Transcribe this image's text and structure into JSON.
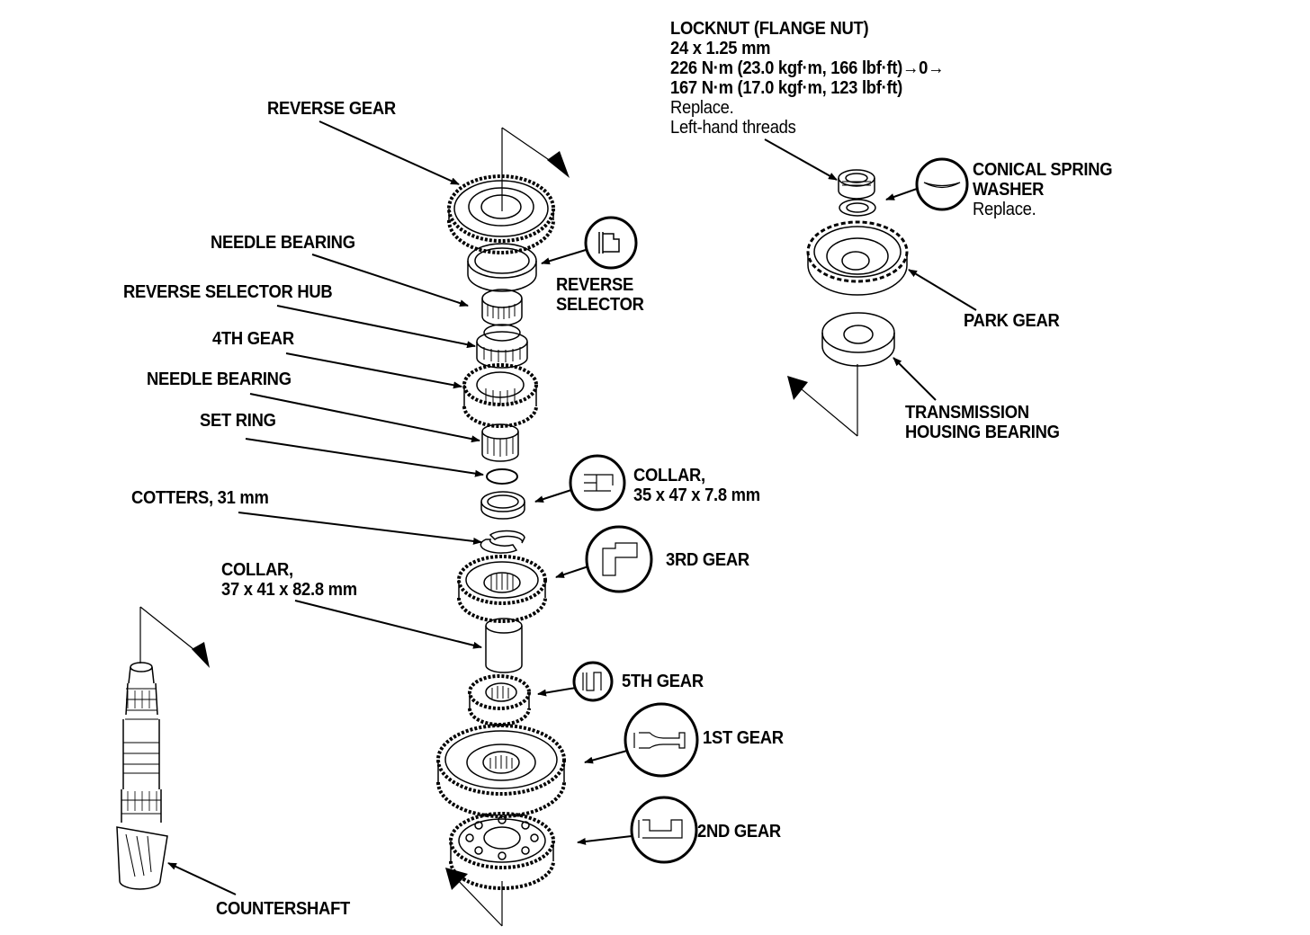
{
  "diagram": {
    "title": "Countershaft assembly exploded view",
    "colors": {
      "ink": "#000000",
      "paper": "#ffffff"
    },
    "labels": {
      "locknut": {
        "name": "LOCKNUT (FLANGE NUT)",
        "size": "24 x 1.25 mm",
        "torque_1": "226 N·m (23.0 kgf·m, 166 lbf·ft)→0→",
        "torque_2": "167 N·m (17.0 kgf·m, 123 lbf·ft)",
        "note_1": "Replace.",
        "note_2": "Left-hand threads"
      },
      "conical_spring_washer": {
        "line_1": "CONICAL SPRING",
        "line_2": "WASHER",
        "note": "Replace."
      },
      "park_gear": "PARK GEAR",
      "transmission_housing_bearing": {
        "line_1": "TRANSMISSION",
        "line_2": "HOUSING BEARING"
      },
      "reverse_gear": "REVERSE GEAR",
      "needle_bearing_1": "NEEDLE BEARING",
      "reverse_selector_hub": "REVERSE SELECTOR HUB",
      "fourth_gear": "4TH GEAR",
      "needle_bearing_2": "NEEDLE BEARING",
      "set_ring": "SET RING",
      "cotters": "COTTERS, 31 mm",
      "collar_long": {
        "line_1": "COLLAR,",
        "line_2": "37 x 41 x 82.8 mm"
      },
      "reverse_selector": {
        "line_1": "REVERSE",
        "line_2": "SELECTOR"
      },
      "collar_short": {
        "line_1": "COLLAR,",
        "line_2": "35 x 47 x 7.8 mm"
      },
      "third_gear": "3RD GEAR",
      "fifth_gear": "5TH GEAR",
      "first_gear": "1ST GEAR",
      "second_gear": "2ND GEAR",
      "countershaft": "COUNTERSHAFT"
    }
  }
}
